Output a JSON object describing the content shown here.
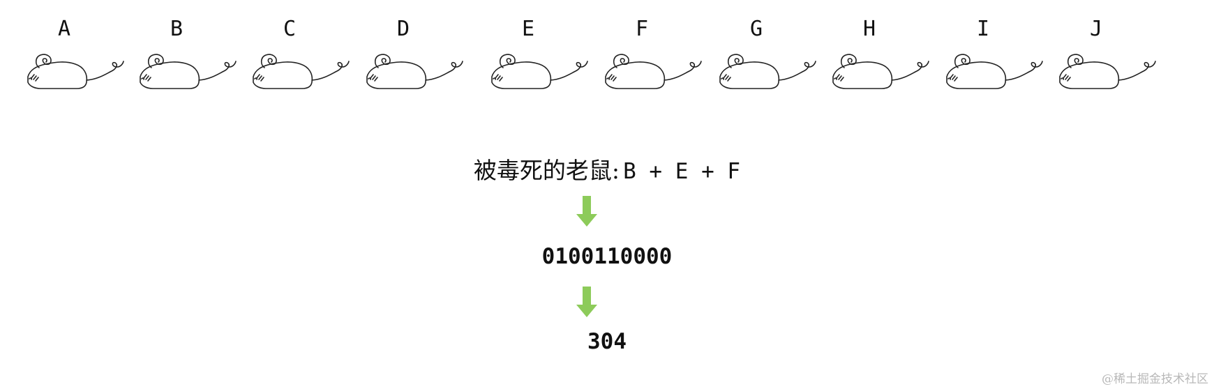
{
  "mice": [
    {
      "label": "A"
    },
    {
      "label": "B"
    },
    {
      "label": "C"
    },
    {
      "label": "D"
    },
    {
      "label": "E"
    },
    {
      "label": "F"
    },
    {
      "label": "G"
    },
    {
      "label": "H"
    },
    {
      "label": "I"
    },
    {
      "label": "J"
    }
  ],
  "poisoned": {
    "prefix": "被毒死的老鼠:",
    "expression": "B + E + F"
  },
  "binary": "0100110000",
  "decimal": "304",
  "arrow_color": "#8dcb5a",
  "watermark": "@稀土掘金技术社区"
}
